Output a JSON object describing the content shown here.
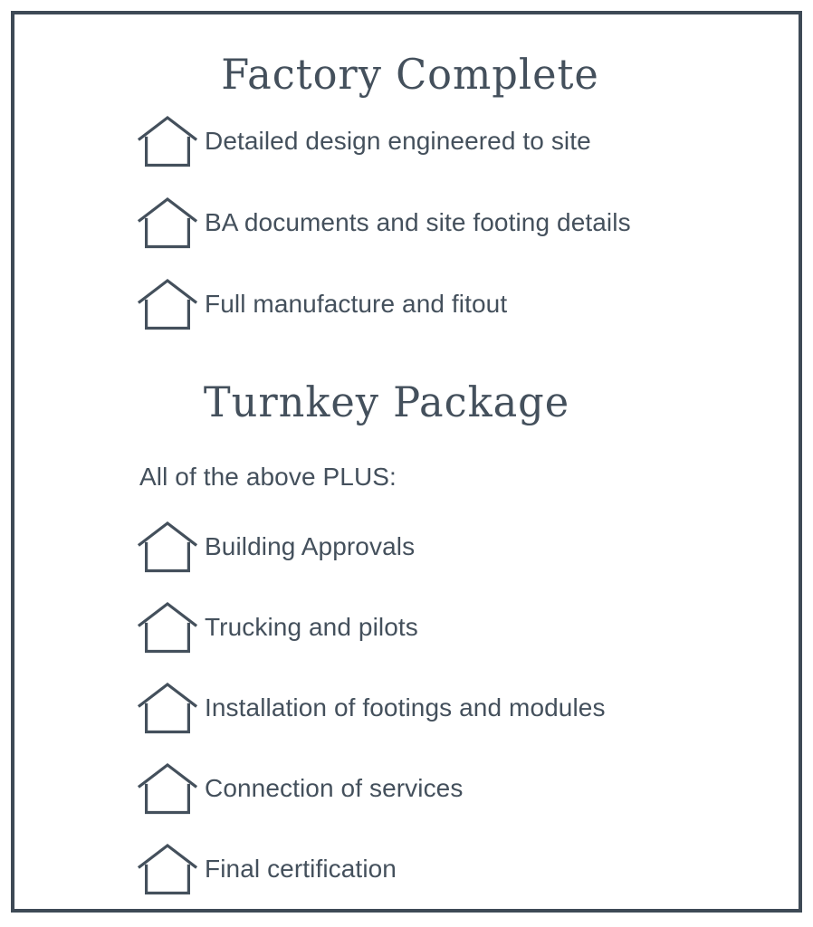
{
  "poster": {
    "background_color": "#ffffff",
    "frame_color": "#3e4a56",
    "text_color": "#44505c",
    "icon_color": "#44505c"
  },
  "sections": [
    {
      "id": "factory-complete",
      "heading": "Factory Complete",
      "note": null,
      "items": [
        {
          "icon": "house-outline-icon",
          "label": "Detailed design engineered to site"
        },
        {
          "icon": "house-outline-icon",
          "label": "BA documents and site footing details"
        },
        {
          "icon": "house-outline-icon",
          "label": "Full manufacture and fitout"
        }
      ]
    },
    {
      "id": "turnkey-package",
      "heading": "Turnkey Package",
      "note": "All of the above PLUS:",
      "items": [
        {
          "icon": "house-outline-icon",
          "label": "Building Approvals"
        },
        {
          "icon": "house-outline-icon",
          "label": "Trucking and pilots"
        },
        {
          "icon": "house-outline-icon",
          "label": "Installation of footings and modules"
        },
        {
          "icon": "house-outline-icon",
          "label": "Connection of services"
        },
        {
          "icon": "house-outline-icon",
          "label": "Final certification"
        }
      ]
    }
  ]
}
